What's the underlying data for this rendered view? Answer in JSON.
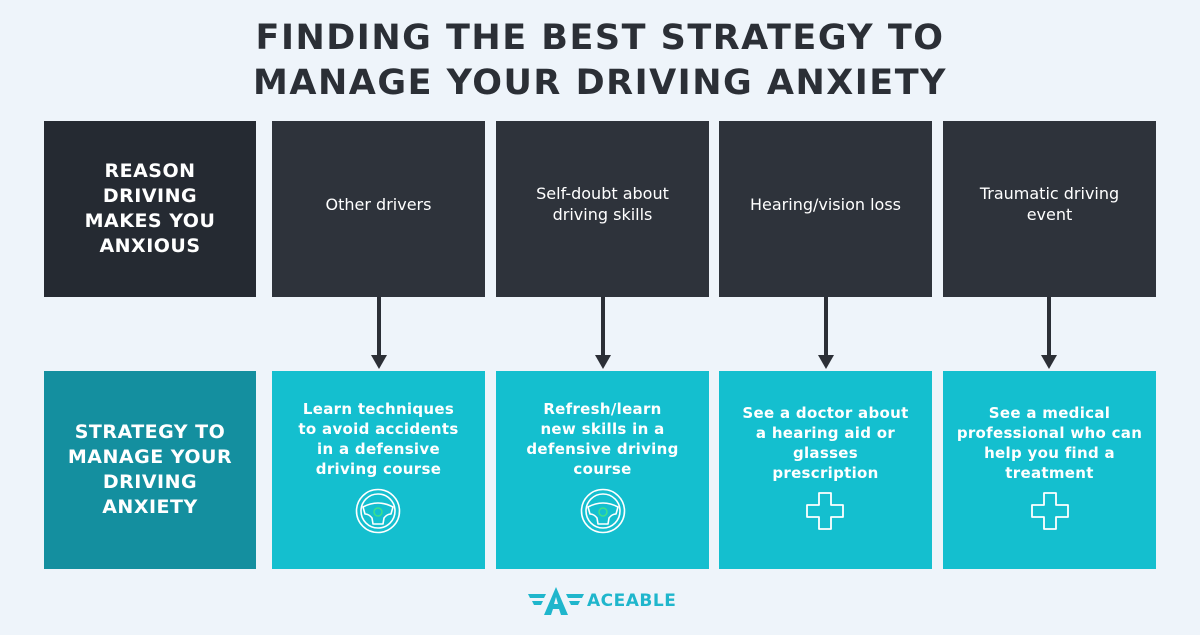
{
  "title": {
    "line1": "FINDING THE BEST STRATEGY TO",
    "line2": "MANAGE YOUR DRIVING ANXIETY"
  },
  "row_headers": {
    "reason": [
      "REASON",
      "DRIVING",
      "MAKES YOU",
      "ANXIOUS"
    ],
    "strategy": [
      "STRATEGY TO",
      "MANAGE YOUR",
      "DRIVING",
      "ANXIETY"
    ]
  },
  "columns": [
    {
      "reason": [
        "Other drivers"
      ],
      "strategy": [
        "Learn techniques",
        "to avoid accidents",
        "in a defensive",
        "driving course"
      ],
      "icon": "steering-wheel-icon"
    },
    {
      "reason": [
        "Self-doubt about",
        "driving skills"
      ],
      "strategy": [
        "Refresh/learn",
        "new skills in a",
        "defensive driving",
        "course"
      ],
      "icon": "steering-wheel-icon"
    },
    {
      "reason": [
        "Hearing/vision loss"
      ],
      "strategy": [
        "See a doctor about",
        "a hearing aid or",
        "glasses",
        "prescription"
      ],
      "icon": "medical-cross-icon"
    },
    {
      "reason": [
        "Traumatic driving",
        "event"
      ],
      "strategy": [
        "See a medical",
        "professional who can",
        "help you find a",
        "treatment"
      ],
      "icon": "medical-cross-icon"
    }
  ],
  "logo": {
    "text": "ACEABLE"
  },
  "colors": {
    "background": "#eef4fa",
    "title": "#2b2f36",
    "reason_box": "#2e333b",
    "reason_header": "#252a32",
    "strategy_box": "#14bfcf",
    "strategy_header": "#148f9f",
    "brand": "#1fb6cc",
    "accent_green": "#3ee08a"
  }
}
